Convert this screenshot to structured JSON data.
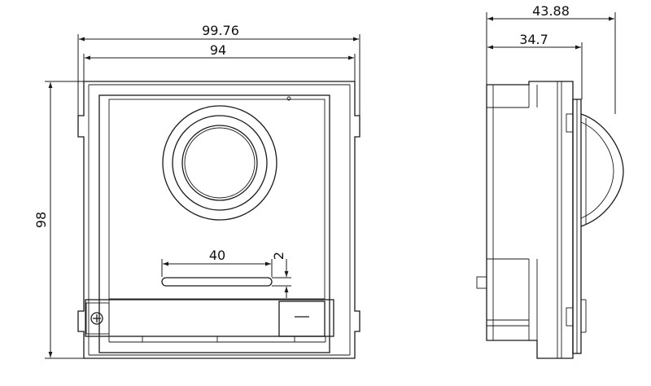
{
  "front_view": {
    "overall_width": "99.76",
    "panel_width": "94",
    "height": "98",
    "slot_width": "40",
    "slot_gap": "2"
  },
  "side_view": {
    "overall_depth": "43.88",
    "body_depth": "34.7"
  }
}
